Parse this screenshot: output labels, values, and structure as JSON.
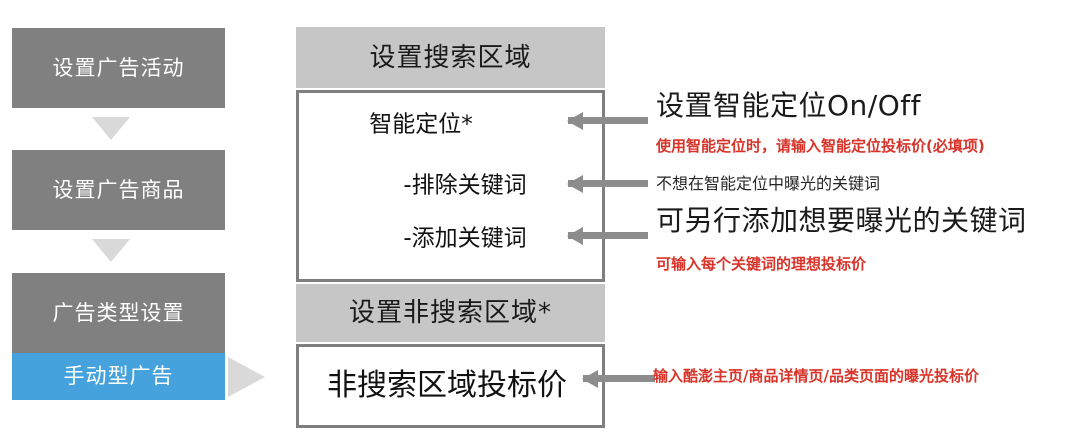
{
  "flow": {
    "steps": [
      {
        "label": "设置广告活动",
        "state": "default"
      },
      {
        "label": "设置广告商品",
        "state": "default"
      },
      {
        "label": "广告类型设置",
        "state": "default"
      },
      {
        "label": "手动型广告",
        "state": "selected"
      }
    ],
    "connector_icon": "triangle-down-icon",
    "next_icon": "triangle-right-icon"
  },
  "panel": {
    "search_section": {
      "header": "设置搜索区域",
      "rows": [
        {
          "label": "智能定位*"
        },
        {
          "label": "-排除关键词"
        },
        {
          "label": "-添加关键词"
        }
      ]
    },
    "non_search_section": {
      "header": "设置非搜索区域*",
      "rows": [
        {
          "label": "非搜索区域投标价"
        }
      ]
    }
  },
  "annotations": [
    {
      "arrow_icon": "arrow-left-icon",
      "title": "设置智能定位On/Off",
      "title_size": "large",
      "note": "使用智能定位时，请输入智能定位投标价(必填项)"
    },
    {
      "arrow_icon": "arrow-left-icon",
      "title": "不想在智能定位中曝光的关键词",
      "title_size": "small",
      "note": ""
    },
    {
      "arrow_icon": "arrow-left-icon",
      "title": "可另行添加想要曝光的关键词",
      "title_size": "large",
      "note": "可输入每个关键词的理想投标价"
    },
    {
      "arrow_icon": "arrow-left-icon",
      "title": "",
      "title_size": "small",
      "note": "输入酷澎主页/商品详情页/品类页面的曝光投标价"
    }
  ],
  "colors": {
    "step_default_bg": "#808080",
    "step_selected_bg": "#45a2dc",
    "panel_header_bg": "#c6c6c6",
    "panel_border": "#7f7f7f",
    "arrow": "#8c8c8c",
    "note_red": "#d8342a",
    "triangle": "#d9d9d9"
  }
}
